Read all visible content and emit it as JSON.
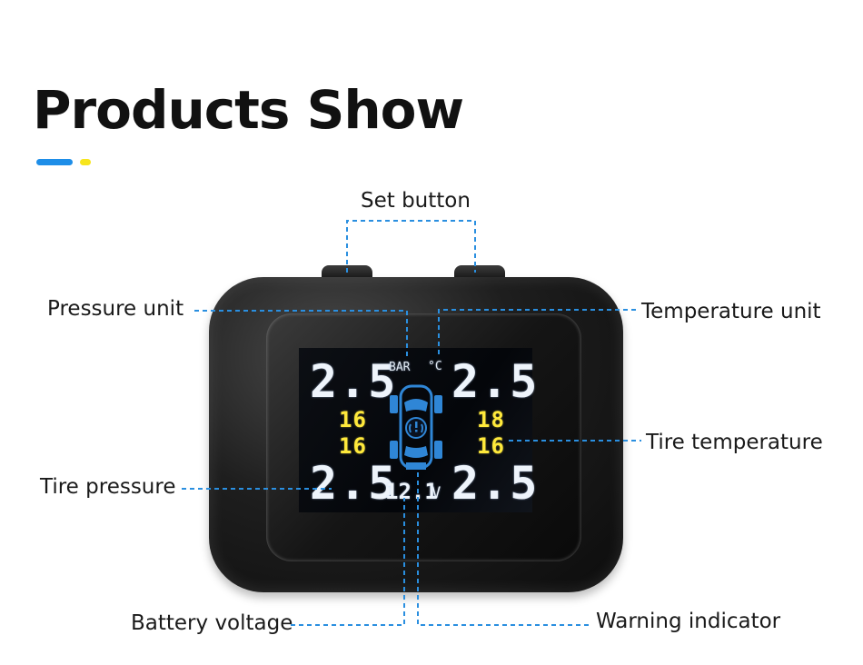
{
  "page": {
    "title": "Products Show",
    "accent_colors": {
      "primary": "#1e8ee8",
      "secondary": "#f7e51d"
    },
    "callout_line_color": "#2a8fe0"
  },
  "labels": {
    "set_button": "Set button",
    "pressure_unit": "Pressure unit",
    "temperature_unit": "Temperature unit",
    "tire_temperature": "Tire temperature",
    "tire_pressure": "Tire pressure",
    "battery_voltage": "Battery voltage",
    "warning_indicator": "Warning indicator"
  },
  "display": {
    "pressure_unit": "BAR",
    "temperature_unit": "°C",
    "front_left_pressure": "2.5",
    "front_right_pressure": "2.5",
    "rear_left_pressure": "2.5",
    "rear_right_pressure": "2.5",
    "front_left_temp": "16",
    "front_right_temp": "18",
    "rear_left_temp": "16",
    "rear_right_temp": "16",
    "voltage": "12.1",
    "voltage_unit": "V",
    "car_icon": "car-top-view-icon",
    "warning_icon": "tpms-warning-icon"
  }
}
